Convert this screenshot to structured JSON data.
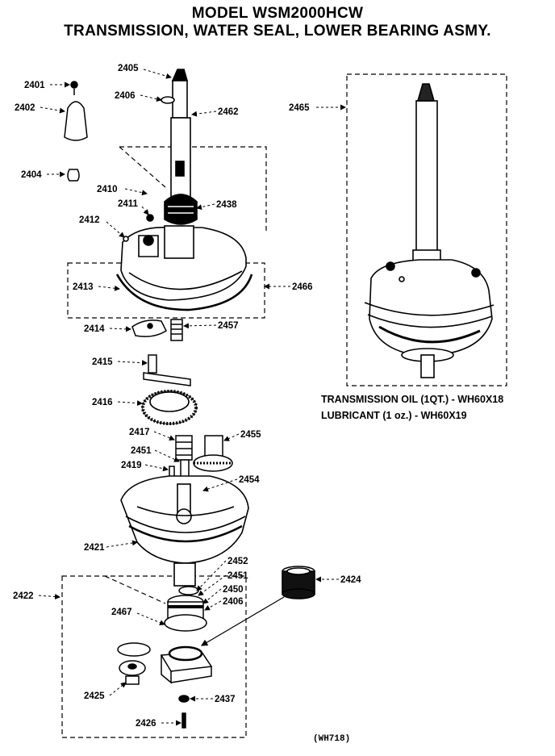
{
  "header": {
    "model": "MODEL WSM2000HCW",
    "subtitle": "TRANSMISSION, WATER SEAL, LOWER BEARING ASMY."
  },
  "parts": {
    "p2401": "2401",
    "p2402": "2402",
    "p2404": "2404",
    "p2405": "2405",
    "p2406a": "2406",
    "p2462": "2462",
    "p2465": "2465",
    "p2410": "2410",
    "p2411": "2411",
    "p2438": "2438",
    "p2412": "2412",
    "p2413": "2413",
    "p2466": "2466",
    "p2414": "2414",
    "p2457": "2457",
    "p2415": "2415",
    "p2416": "2416",
    "p2417": "2417",
    "p2455": "2455",
    "p2451a": "2451",
    "p2419": "2419",
    "p2454": "2454",
    "p2421": "2421",
    "p2452": "2452",
    "p2451b": "2451",
    "p2424": "2424",
    "p2422": "2422",
    "p2450": "2450",
    "p2406b": "2406",
    "p2467": "2467",
    "p2425": "2425",
    "p2437": "2437",
    "p2426": "2426"
  },
  "notes": {
    "oil": "TRANSMISSION OIL (1QT.) - WH60X18",
    "lubricant": "LUBRICANT (1 oz.) - WH60X19"
  },
  "figure_code": "(WH718)"
}
